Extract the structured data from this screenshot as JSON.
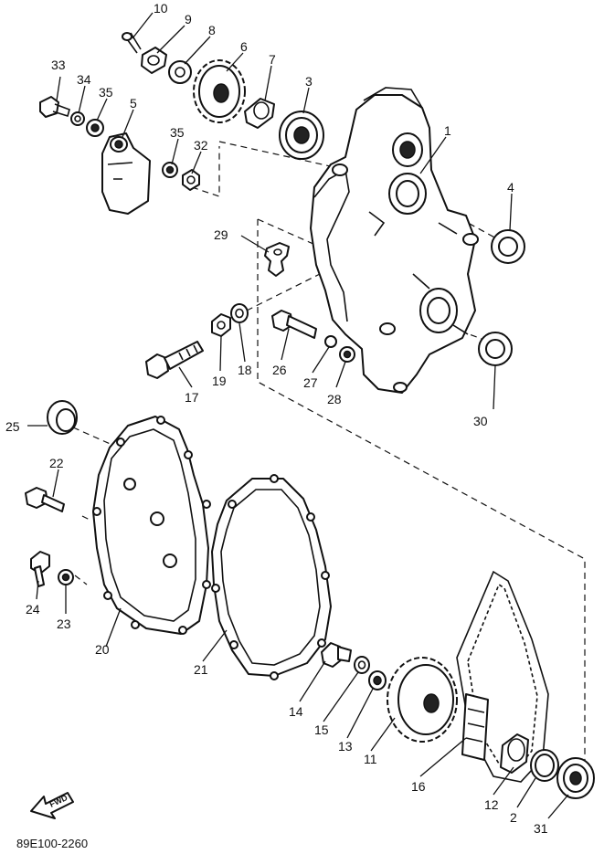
{
  "diagram": {
    "drawing_code": "89E100-2260",
    "direction_label": "FWD",
    "callouts": [
      "1",
      "2",
      "3",
      "4",
      "5",
      "6",
      "7",
      "8",
      "9",
      "10",
      "11",
      "12",
      "13",
      "14",
      "15",
      "16",
      "17",
      "18",
      "19",
      "20",
      "21",
      "22",
      "23",
      "24",
      "25",
      "26",
      "27",
      "28",
      "29",
      "30",
      "31",
      "32",
      "33",
      "34",
      "35",
      "35"
    ]
  }
}
